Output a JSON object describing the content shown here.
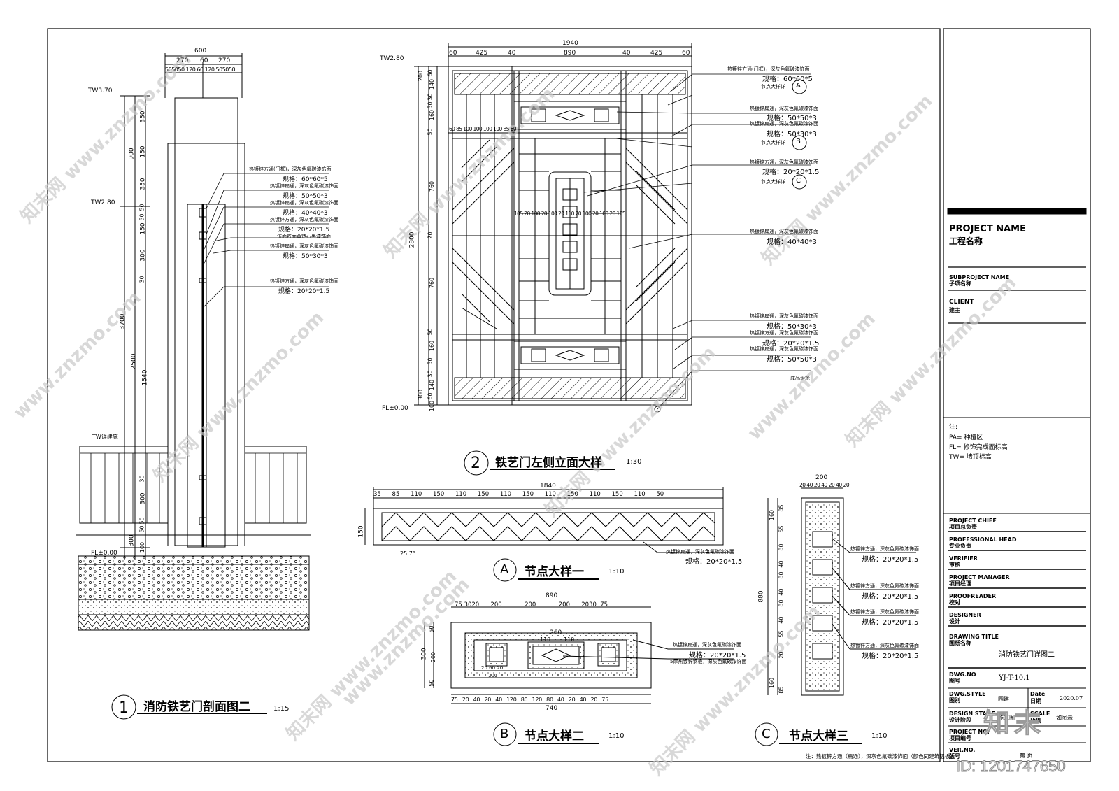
{
  "section1": {
    "title": "消防铁艺门剖面图二",
    "number": "1",
    "scale": "1:15",
    "top_dims": [
      "600",
      "270",
      "60",
      "270"
    ],
    "sub_dims": [
      "50",
      "50",
      "50",
      "120",
      "60",
      "120",
      "50",
      "50",
      "50"
    ],
    "levels": [
      "TW3.70",
      "TW2.80",
      "TW详建施",
      "FL±0.00"
    ],
    "vert_dims": [
      "350",
      "150",
      "900",
      "350",
      "50",
      "50",
      "150",
      "300",
      "30",
      "3700",
      "2500",
      "1540",
      "30",
      "300",
      "50",
      "50",
      "300",
      "100"
    ],
    "annotations": [
      {
        "text": "热镀锌方通(门框)，深灰色氟碳漆饰面",
        "spec": "规格：60*60*5"
      },
      {
        "text": "热镀锌扁通，深灰色氟碳漆饰面",
        "spec": "规格：50*50*3"
      },
      {
        "text": "热镀锌扁通，深灰色氟碳漆饰面",
        "spec": "规格：40*40*3"
      },
      {
        "text": "热镀锌方通，深灰色氟碳漆饰面",
        "spec": "规格：20*20*1.5"
      },
      {
        "text": "仿面铁面黄锈石黑漆饰面",
        "spec": ""
      },
      {
        "text": "热镀锌扁通，深灰色氟碳漆饰面",
        "spec": "规格：50*30*3"
      },
      {
        "text": "热镀锌方通，深灰色氟碳漆饰面",
        "spec": "规格：20*20*1.5"
      }
    ]
  },
  "section2": {
    "title": "铁艺门左侧立面大样",
    "number": "2",
    "scale": "1:30",
    "overall_width": "1940",
    "top_dims": [
      "60",
      "425",
      "40",
      "890",
      "40",
      "425",
      "60"
    ],
    "overall_height": "2800",
    "levels": [
      "TW2.80",
      "FL±0.00"
    ],
    "left_dims": [
      "200",
      "60",
      "140",
      "30",
      "50",
      "20",
      "160",
      "50",
      "20",
      "760",
      "20",
      "760",
      "20",
      "50",
      "160",
      "20",
      "50",
      "30",
      "140",
      "60",
      "100",
      "300"
    ],
    "mid_dims": "60 85 100 100 100 100 85 60",
    "inner_dims": "105 20 100 20 100 20 110 20 100 20 100 20 105",
    "annotations": [
      {
        "text": "热镀锌方通(门框)，深灰色氟碳漆饰面",
        "spec": "规格：60*60*5"
      },
      {
        "text": "节点大样详",
        "ref": "A"
      },
      {
        "text": "热镀锌扁通，深灰色氟碳漆饰面",
        "spec": "规格：50*50*3"
      },
      {
        "text": "热镀锌扁通，深灰色氟碳漆饰面",
        "spec": "规格：50*30*3"
      },
      {
        "text": "节点大样详",
        "ref": "B"
      },
      {
        "text": "热镀锌方通，深灰色氟碳漆饰面",
        "spec": "规格：20*20*1.5"
      },
      {
        "text": "节点大样详",
        "ref": "C"
      },
      {
        "text": "热镀锌扁通，深灰色氟碳漆饰面",
        "spec": "规格：40*40*3"
      },
      {
        "text": "热镀锌扁通，深灰色氟碳漆饰面",
        "spec": "规格：50*30*3"
      },
      {
        "text": "热镀锌方通，深灰色氟碳漆饰面",
        "spec": "规格：20*20*1.5"
      },
      {
        "text": "热镀锌扁通，深灰色氟碳漆饰面",
        "spec": "规格：50*50*3"
      },
      {
        "text": "成品滚轮",
        "spec": ""
      }
    ]
  },
  "detailA": {
    "title": "节点大样一",
    "letter": "A",
    "scale": "1:10",
    "overall": "1840",
    "dims": [
      "35",
      "85",
      "110",
      "150",
      "110",
      "150",
      "110",
      "150",
      "110",
      "150",
      "110",
      "150",
      "110",
      "50"
    ],
    "height": "150",
    "angle": "25.7°",
    "annotation": "热镀锌扁通，深灰色氟碳漆饰面",
    "spec": "规格：20*20*1.5"
  },
  "detailB": {
    "title": "节点大样二",
    "letter": "B",
    "scale": "1:10",
    "overall": "890",
    "top_dims": [
      "75",
      "30",
      "20",
      "200",
      "200",
      "200",
      "20",
      "30",
      "75"
    ],
    "inner": "260",
    "inner_dims": [
      "110",
      "110"
    ],
    "bottom_dims": "75 20 40 20 40 120 80 120 80 40 20 40 20 75",
    "bottom_overall": "740",
    "left_dims": [
      "50",
      "300",
      "200",
      "50"
    ],
    "small_dims": [
      "20",
      "60",
      "20",
      "100"
    ],
    "annotations": [
      {
        "text": "热镀锌扁通，深灰色氟碳漆饰面",
        "spec": "规格：20*20*1.5"
      },
      {
        "text": "5厚热镀锌钢板，深灰色氟碳漆饰面",
        "spec": ""
      }
    ]
  },
  "detailC": {
    "title": "节点大样三",
    "letter": "C",
    "scale": "1:10",
    "overall": "200",
    "top_dims": "20 40 20 40 20 40 20",
    "height": "880",
    "left_dims": [
      "160",
      "85",
      "55",
      "20",
      "40",
      "80",
      "40",
      "80",
      "40",
      "80",
      "40",
      "55",
      "20",
      "160",
      "85"
    ],
    "annotations": [
      {
        "text": "热镀锌方通，深灰色氟碳漆饰面",
        "spec": "规格：20*20*1.5"
      },
      {
        "text": "热镀锌方通，深灰色氟碳漆饰面",
        "spec": "规格：20*20*1.5"
      },
      {
        "text": "热镀锌方通，深灰色氟碳漆饰面",
        "spec": "规格：20*20*1.5"
      },
      {
        "text": "热镀锌方通，深灰色氟碳漆饰面",
        "spec": "规格：20*20*1.5"
      }
    ]
  },
  "footnote": "注：热镀锌方通（扁通），深灰色氟碳漆饰面（颜色同建筑铝板）。",
  "titleblock": {
    "project_name_en": "PROJECT NAME",
    "project_name_cn": "工程名称",
    "subproject_en": "SUBPROJECT NAME",
    "subproject_cn": "子项名称",
    "client_en": "CLIENT",
    "client_cn": "建主",
    "notes_head": "注:",
    "notes": [
      "PA= 种植区",
      "FL= 修饰完成面标高",
      "TW= 墙顶标高"
    ],
    "roles": [
      {
        "en": "PROJECT CHIEF",
        "cn": "项目总负责"
      },
      {
        "en": "PROFESSIONAL HEAD",
        "cn": "专业负责"
      },
      {
        "en": "VERIFIER",
        "cn": "审核"
      },
      {
        "en": "PROJECT MANAGER",
        "cn": "项目经理"
      },
      {
        "en": "PROOFREADER",
        "cn": "校对"
      },
      {
        "en": "DESIGNER",
        "cn": "设计"
      }
    ],
    "drawing_title_en": "DRAWING TITLE",
    "drawing_title_cn": "图纸名称",
    "drawing_title": "消防铁艺门详图二",
    "dwg_no_en": "DWG.NO",
    "dwg_no_cn": "图号",
    "dwg_no": "YJ-T-10.1",
    "dwg_style_en": "DWG.STYLE",
    "dwg_style_cn": "图别",
    "dwg_style": "园建",
    "date_en": "Date",
    "date_cn": "日期",
    "date": "2020.07",
    "design_stage_en": "DESIGN STAGE",
    "design_stage_cn": "设计阶段",
    "design_stage": "施工图",
    "scale_en": "SCALE",
    "scale_cn": "比例",
    "scale": "如图示",
    "project_no_en": "PROJECT NO.",
    "project_no_cn": "项目编号",
    "ver_en": "VER.NO.",
    "ver_cn": "版号",
    "sheet": "第  页"
  },
  "watermark": {
    "site": "www.znzmo.com",
    "brand": "知末网",
    "logo": "知末",
    "id": "ID: 1201747650"
  },
  "colors": {
    "line": "#000000",
    "watermark": "#c8c8c8"
  }
}
